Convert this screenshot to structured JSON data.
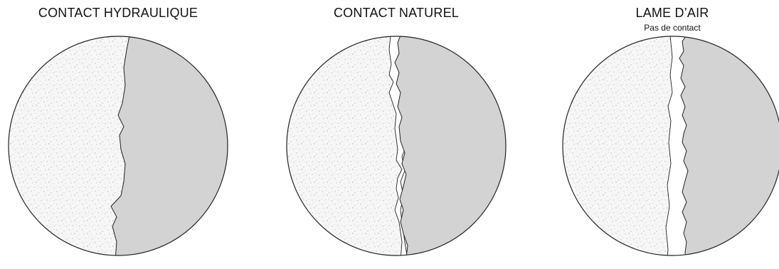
{
  "panels": [
    {
      "id": "hydraulic-contact",
      "title": "CONTACT HYDRAULIQUE",
      "subtitle": ""
    },
    {
      "id": "natural-contact",
      "title": "CONTACT NATUREL",
      "subtitle": ""
    },
    {
      "id": "air-gap",
      "title": "LAME D’AIR",
      "subtitle": "Pas de contact"
    }
  ],
  "colors": {
    "outline": "#222222",
    "stipple_fill": "#f7f7f7",
    "stipple_dot": "#8a8a8a",
    "solid_fill": "#d3d3d3",
    "gap_fill": "#ffffff"
  }
}
